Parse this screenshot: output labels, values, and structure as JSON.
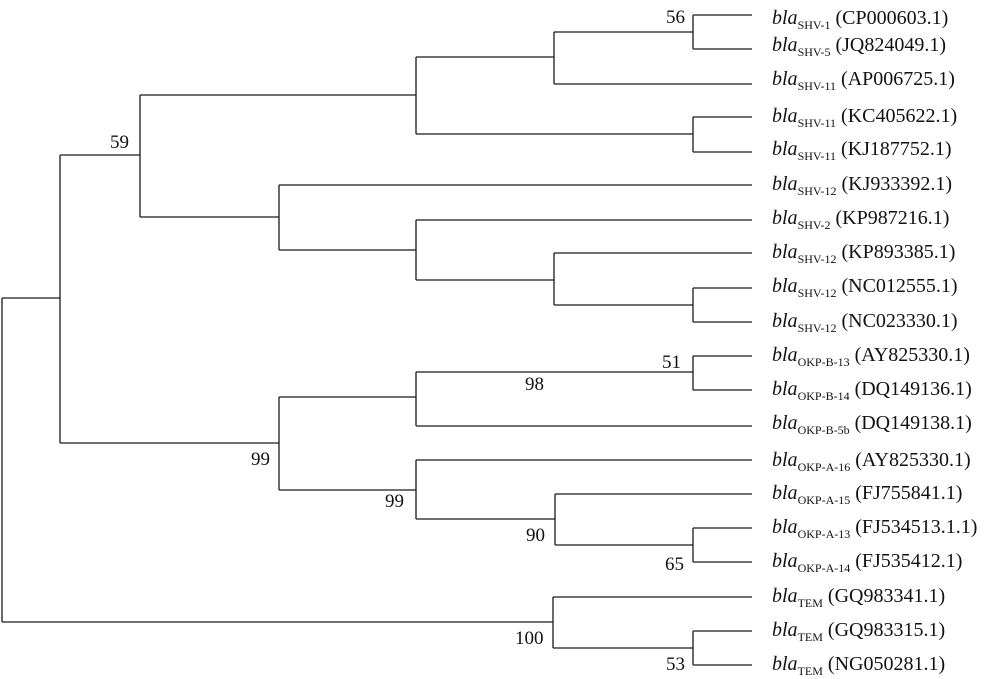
{
  "taxa": [
    {
      "gene": "bla",
      "variant": "SHV-1",
      "accession": "(CP000603.1)"
    },
    {
      "gene": "bla",
      "variant": "SHV-5",
      "accession": "(JQ824049.1)"
    },
    {
      "gene": "bla",
      "variant": "SHV-11",
      "accession": "(AP006725.1)"
    },
    {
      "gene": "bla",
      "variant": "SHV-11",
      "accession": "(KC405622.1)"
    },
    {
      "gene": "bla",
      "variant": "SHV-11",
      "accession": "(KJ187752.1)"
    },
    {
      "gene": "bla",
      "variant": "SHV-12",
      "accession": "(KJ933392.1)"
    },
    {
      "gene": "bla",
      "variant": "SHV-2",
      "accession": "(KP987216.1)"
    },
    {
      "gene": "bla",
      "variant": "SHV-12",
      "accession": "(KP893385.1)"
    },
    {
      "gene": "bla",
      "variant": "SHV-12",
      "accession": "(NC012555.1)"
    },
    {
      "gene": "bla",
      "variant": "SHV-12",
      "accession": "(NC023330.1)"
    },
    {
      "gene": "bla",
      "variant": "OKP-B-13",
      "accession": "(AY825330.1)"
    },
    {
      "gene": "bla",
      "variant": "OKP-B-14",
      "accession": "(DQ149136.1)"
    },
    {
      "gene": "bla",
      "variant": "OKP-B-5b",
      "accession": "(DQ149138.1)"
    },
    {
      "gene": "bla",
      "variant": "OKP-A-16",
      "accession": "(AY825330.1)"
    },
    {
      "gene": "bla",
      "variant": "OKP-A-15",
      "accession": "(FJ755841.1)"
    },
    {
      "gene": "bla",
      "variant": "OKP-A-13",
      "accession": "(FJ534513.1.1)"
    },
    {
      "gene": "bla",
      "variant": "OKP-A-14",
      "accession": "(FJ535412.1)"
    },
    {
      "gene": "bla",
      "variant": "TEM",
      "accession": "(GQ983341.1)"
    },
    {
      "gene": "bla",
      "variant": "TEM",
      "accession": "(GQ983315.1)"
    },
    {
      "gene": "bla",
      "variant": "TEM",
      "accession": "(NG050281.1)"
    }
  ],
  "support_values": {
    "shv1_shv5": "56",
    "shv_group": "59",
    "okp_b": "98",
    "okp_b13_b14": "51",
    "okp": "99",
    "okp_a": "99",
    "okp_a15_group": "90",
    "okp_a13_a14": "65",
    "tem": "100",
    "tem_pair": "53"
  }
}
